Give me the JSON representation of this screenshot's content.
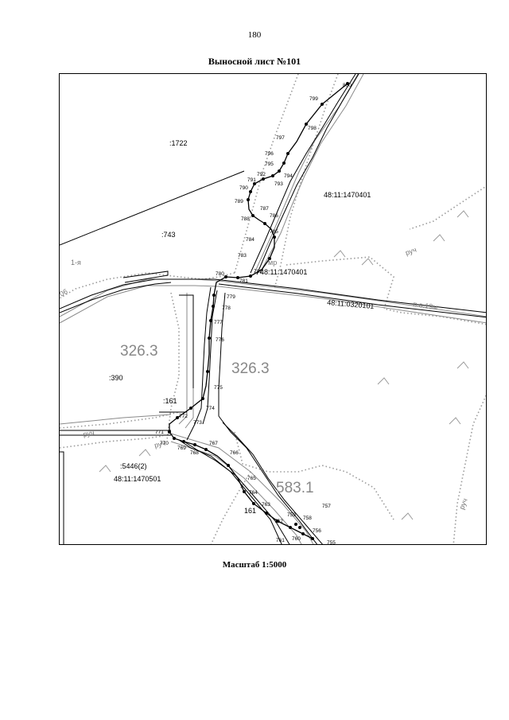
{
  "page_number": "180",
  "title": "Выносной лист №101",
  "scale": "Масштаб 1:5000",
  "map": {
    "parcels": {
      "p1722": ":1722",
      "p743": ":743",
      "p390": ":390",
      "p161a": ":161",
      "p161b": "161",
      "p5446": ":5446(2)",
      "q1470401a": "48:11:1470401",
      "q1470401b": "48:11:1470401",
      "q0320101": "48:11:0320101",
      "q1470501": "48:11:1470501"
    },
    "contours": {
      "c3263a": "326.3",
      "c3263b": "326.3",
      "c5831": "583.1"
    },
    "features": {
      "r1": "руч",
      "r2": "руч",
      "r3": "руч",
      "r4": "руч",
      "pass": "п.о.19м",
      "ul1": "1-я",
      "mp": "мр",
      "d06": "06"
    },
    "points": {
      "p800": "800",
      "p799": "799",
      "p798": "798",
      "p797": "797",
      "p796": "796",
      "p795": "795",
      "p794": "794",
      "p793": "793",
      "p792": "792",
      "p791": "791",
      "p790": "790",
      "p789": "789",
      "p788": "788",
      "p787": "787",
      "p786": "786",
      "p785": "785",
      "p784": "784",
      "p783": "783",
      "p782": "782",
      "p781": "781",
      "p780": "780",
      "p779": "779",
      "p778": "778",
      "p777": "777",
      "p776": "776",
      "p775": "775",
      "p774": "774",
      "p773": "773",
      "p772": "772",
      "p771": "771",
      "p770": "770",
      "p769": "769",
      "p768": "768",
      "p767": "767",
      "p766": "766",
      "p765": "765",
      "p764": "764",
      "p763": "763",
      "p762": "762",
      "p761": "761",
      "p760": "760",
      "p759": "759",
      "p758": "758",
      "p757": "757",
      "p756": "756",
      "p755": "755"
    }
  }
}
